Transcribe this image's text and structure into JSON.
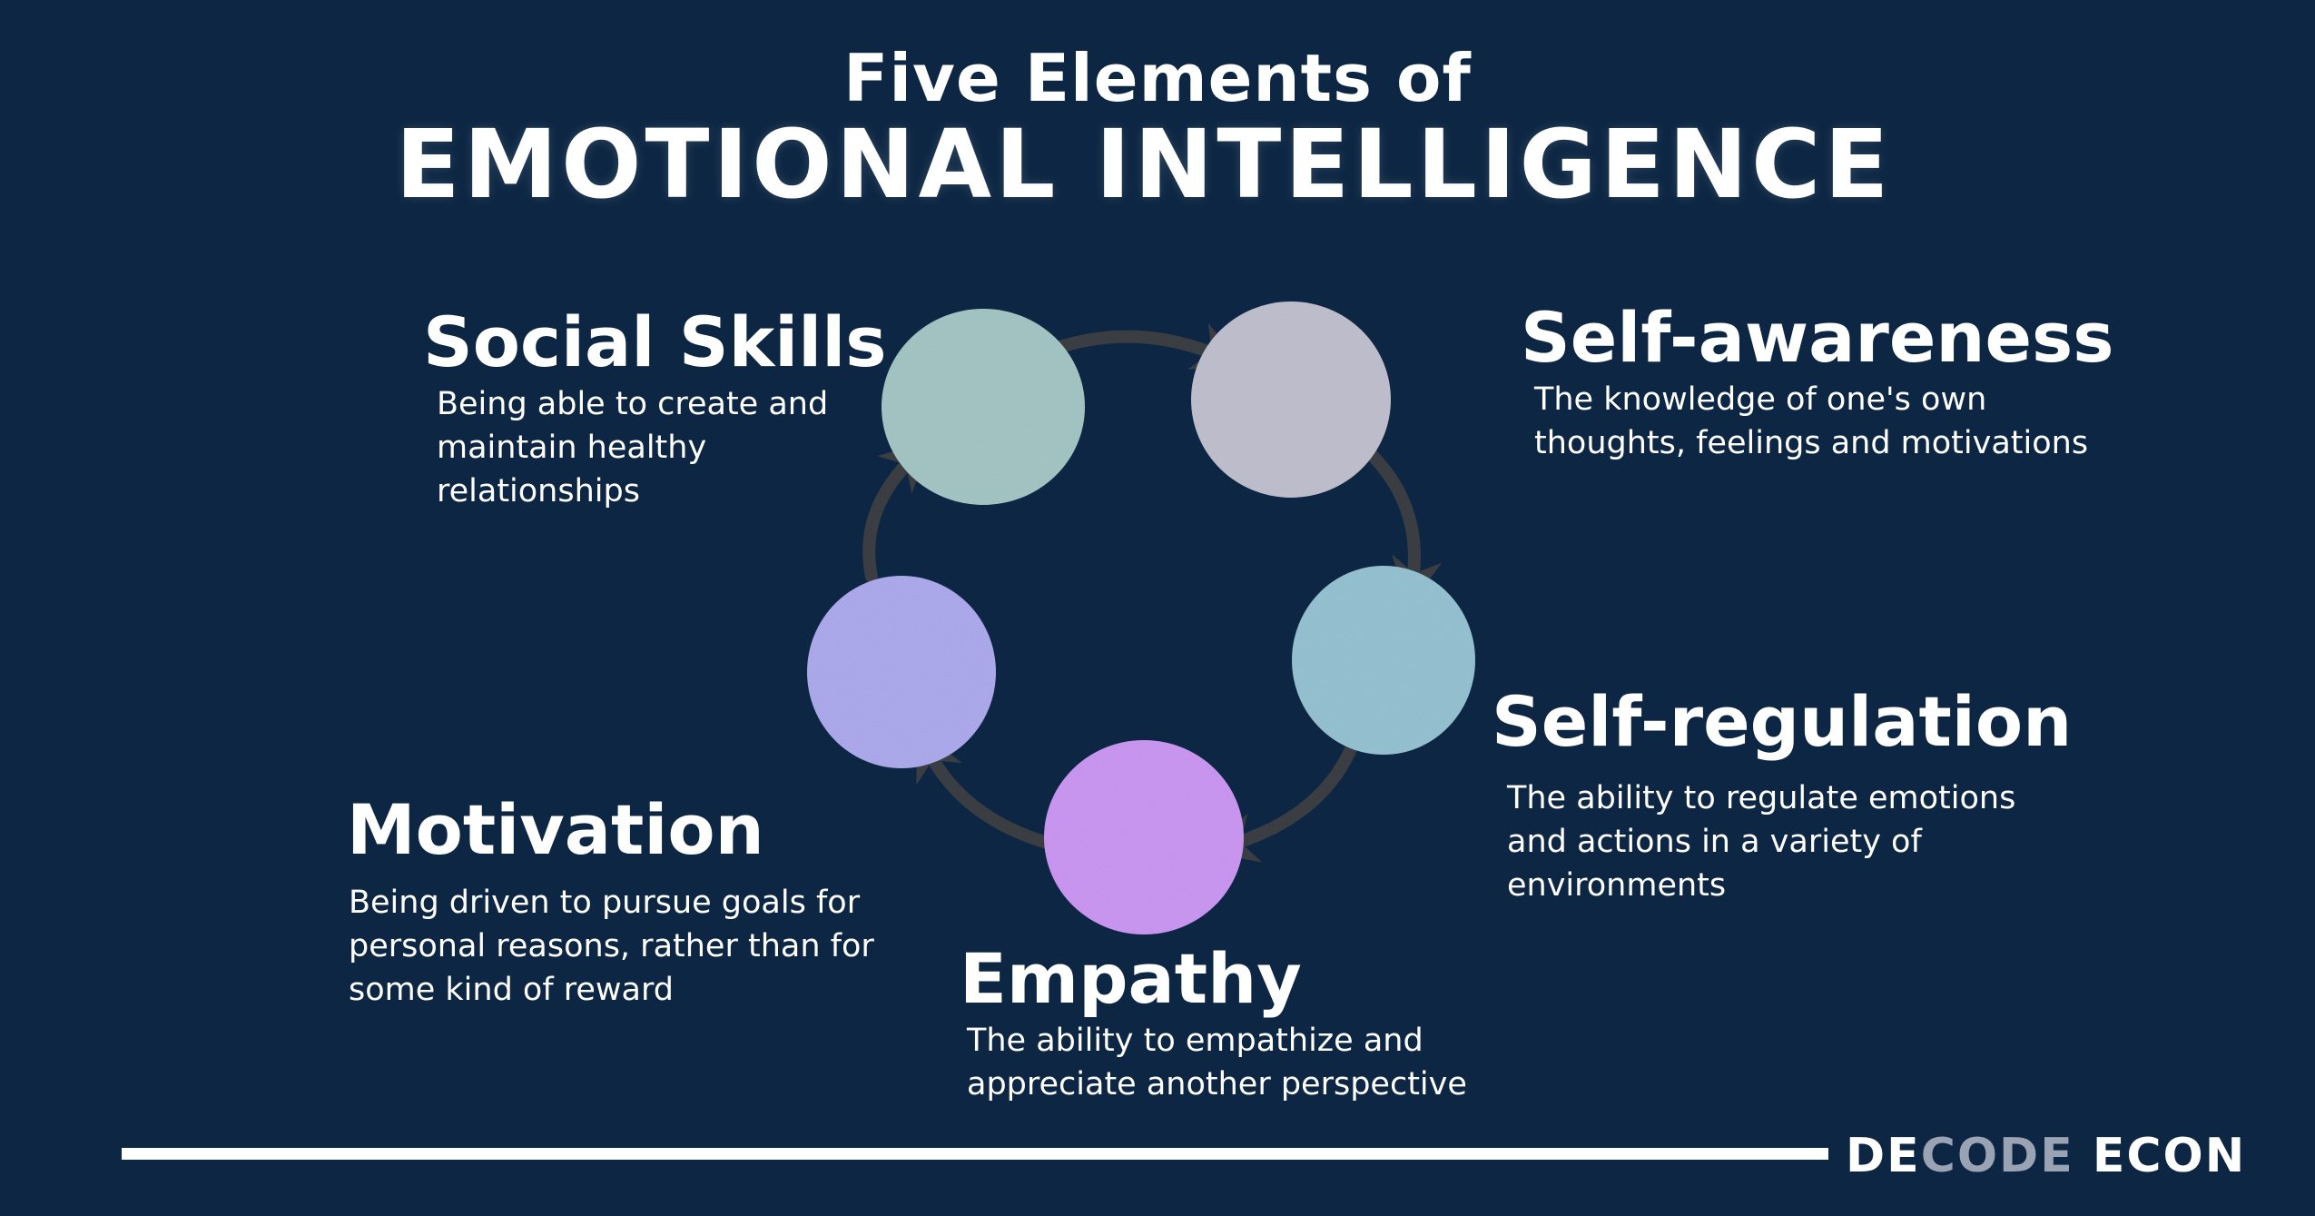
{
  "title": {
    "line1": "Five Elements of",
    "line2": "EMOTIONAL INTELLIGENCE"
  },
  "elements": [
    {
      "key": "social",
      "title": "Social Skills",
      "description": "Being able to create and\nmaintain healthy\nrelationships",
      "color": "#9fc3c2"
    },
    {
      "key": "aware",
      "title": "Self-awareness",
      "description": "The knowledge of one's own\nthoughts, feelings and motivations",
      "color": "#bdbccc"
    },
    {
      "key": "reg",
      "title": "Self-regulation",
      "description": "The ability to regulate emotions\nand actions in a variety of\nenvironments",
      "color": "#8fbfd0"
    },
    {
      "key": "emp",
      "title": "Empathy",
      "description": "The ability to empathize and\nappreciate another perspective",
      "color": "#c890f2"
    },
    {
      "key": "mot",
      "title": "Motivation",
      "description": "Being driven to pursue goals for\npersonal reasons, rather than for\nsome kind of reward",
      "color": "#a8a6ec"
    }
  ],
  "brand": {
    "part1": "DE",
    "part2": "CODE",
    "part3": " ECON"
  },
  "colors": {
    "background": "#0c2643",
    "text": "#ffffff",
    "arrow": "#3a3d42",
    "brand_accent": "#9aa3b4"
  }
}
